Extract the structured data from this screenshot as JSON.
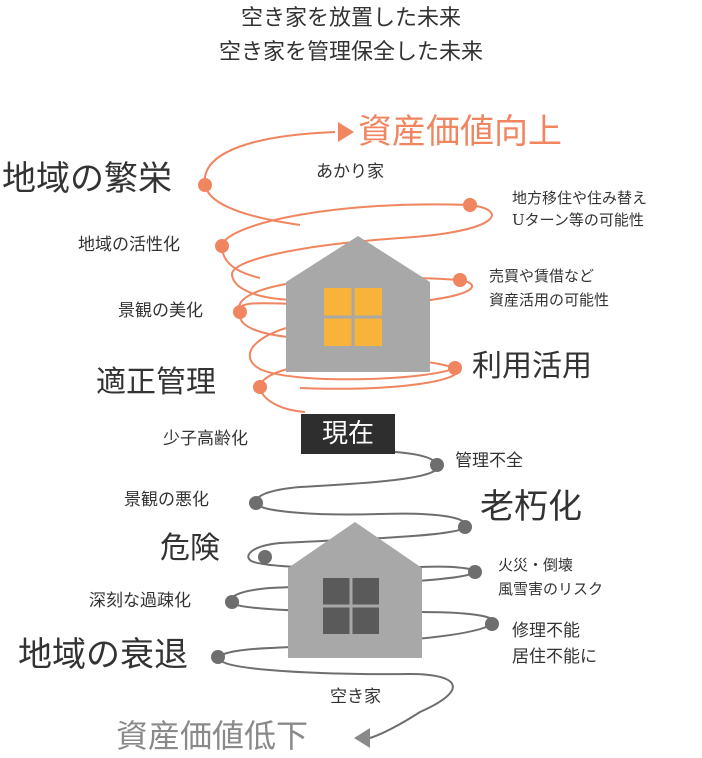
{
  "title": {
    "line1": "空き家を放置した未来",
    "line2": "空き家を管理保全した未来"
  },
  "upper": {
    "top_result": "資産価値向上",
    "house_label": "あかり家",
    "labels": {
      "regional_prosperity": "地域の繁栄",
      "migration_line1": "地方移住や住み替え",
      "migration_line2": "Uターン等の可能性",
      "regional_revitalization": "地域の活性化",
      "sale_line1": "売買や賃借など",
      "sale_line2": "資産活用の可能性",
      "landscape_beautify": "景観の美化",
      "proper_management": "適正管理",
      "utilization": "利用活用"
    },
    "colors": {
      "accent": "#f08560",
      "house": "#a8a8a8",
      "window": "#f7b33a"
    }
  },
  "current": {
    "now": "現在",
    "aging": "少子高齢化"
  },
  "lower": {
    "bottom_result": "資産価値低下",
    "house_label": "空き家",
    "labels": {
      "poor_management": "管理不全",
      "landscape_worse": "景観の悪化",
      "deterioration": "老朽化",
      "danger": "危険",
      "fire_line1": "火災・倒壊",
      "fire_line2": "風雪害のリスク",
      "depopulation": "深刻な過疎化",
      "repair_line1": "修理不能",
      "repair_line2": "居住不能に",
      "regional_decline": "地域の衰退"
    },
    "colors": {
      "line": "#6e6e6e",
      "house": "#a8a8a8",
      "window": "#5a5a5a"
    }
  }
}
